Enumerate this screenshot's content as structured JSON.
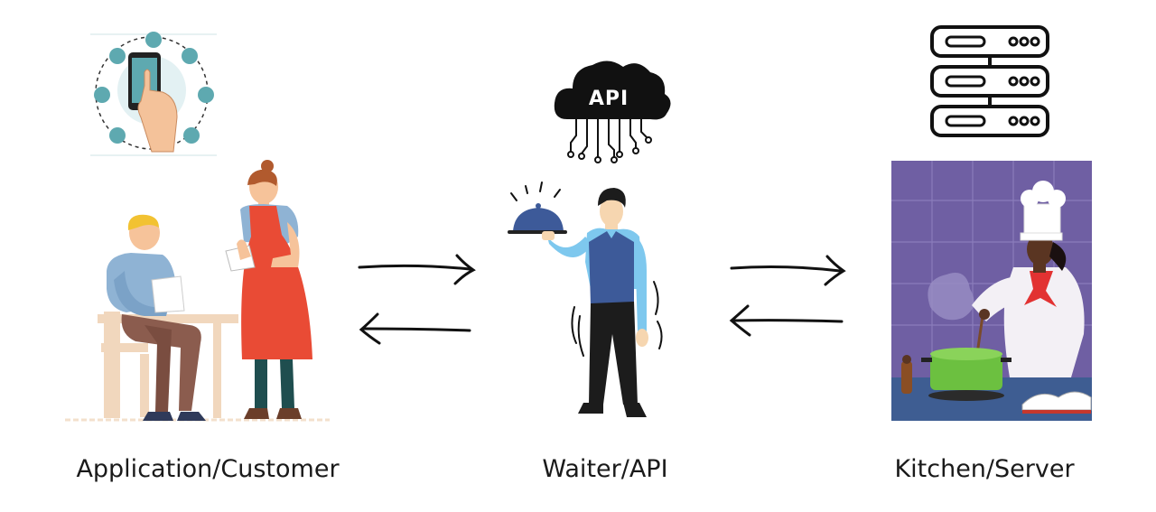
{
  "diagram": {
    "nodes": [
      {
        "id": "client",
        "label": "Application/Customer"
      },
      {
        "id": "api",
        "label": "Waiter/API",
        "icon_text": "API"
      },
      {
        "id": "server",
        "label": "Kitchen/Server"
      }
    ],
    "edges": [
      {
        "from": "client",
        "to": "api"
      },
      {
        "from": "api",
        "to": "client"
      },
      {
        "from": "api",
        "to": "server"
      },
      {
        "from": "server",
        "to": "api"
      }
    ],
    "icons": [
      "mobile-app-icon",
      "api-cloud-icon",
      "server-rack-icon"
    ],
    "colors": {
      "teal": "#5ea9b0",
      "apron_red": "#e94b35",
      "waiter_vest": "#3d5a99",
      "kitchen_bg": "#6f5fa3",
      "pot_green": "#6cc040",
      "table_tan": "#f1d7bd",
      "ink": "#111111"
    }
  }
}
